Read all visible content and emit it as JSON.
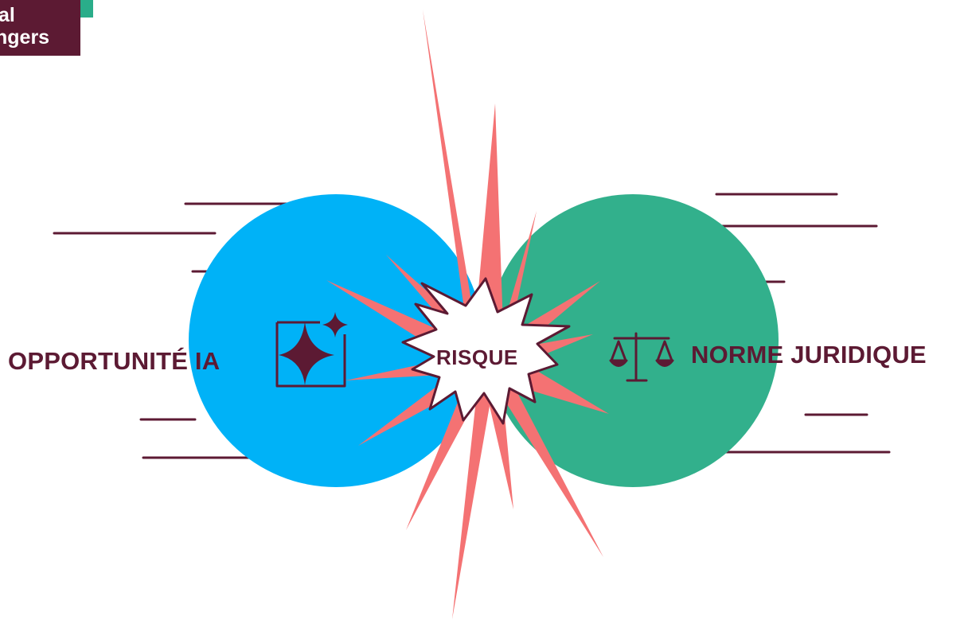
{
  "logo": {
    "line1": "al",
    "line2": "ngers",
    "bg_color": "#5c1a33",
    "accent_color": "#2aad8a"
  },
  "left": {
    "label": "OPPORTUNITÉ IA",
    "circle_color": "#00b2f7",
    "icon": "sparkles-icon"
  },
  "right": {
    "label": "NORME JURIDIQUE",
    "circle_color": "#32b08c",
    "icon": "scales-icon"
  },
  "center": {
    "label": "RISQUE",
    "burst_color": "#f47273",
    "outline_color": "#5c1a33"
  }
}
